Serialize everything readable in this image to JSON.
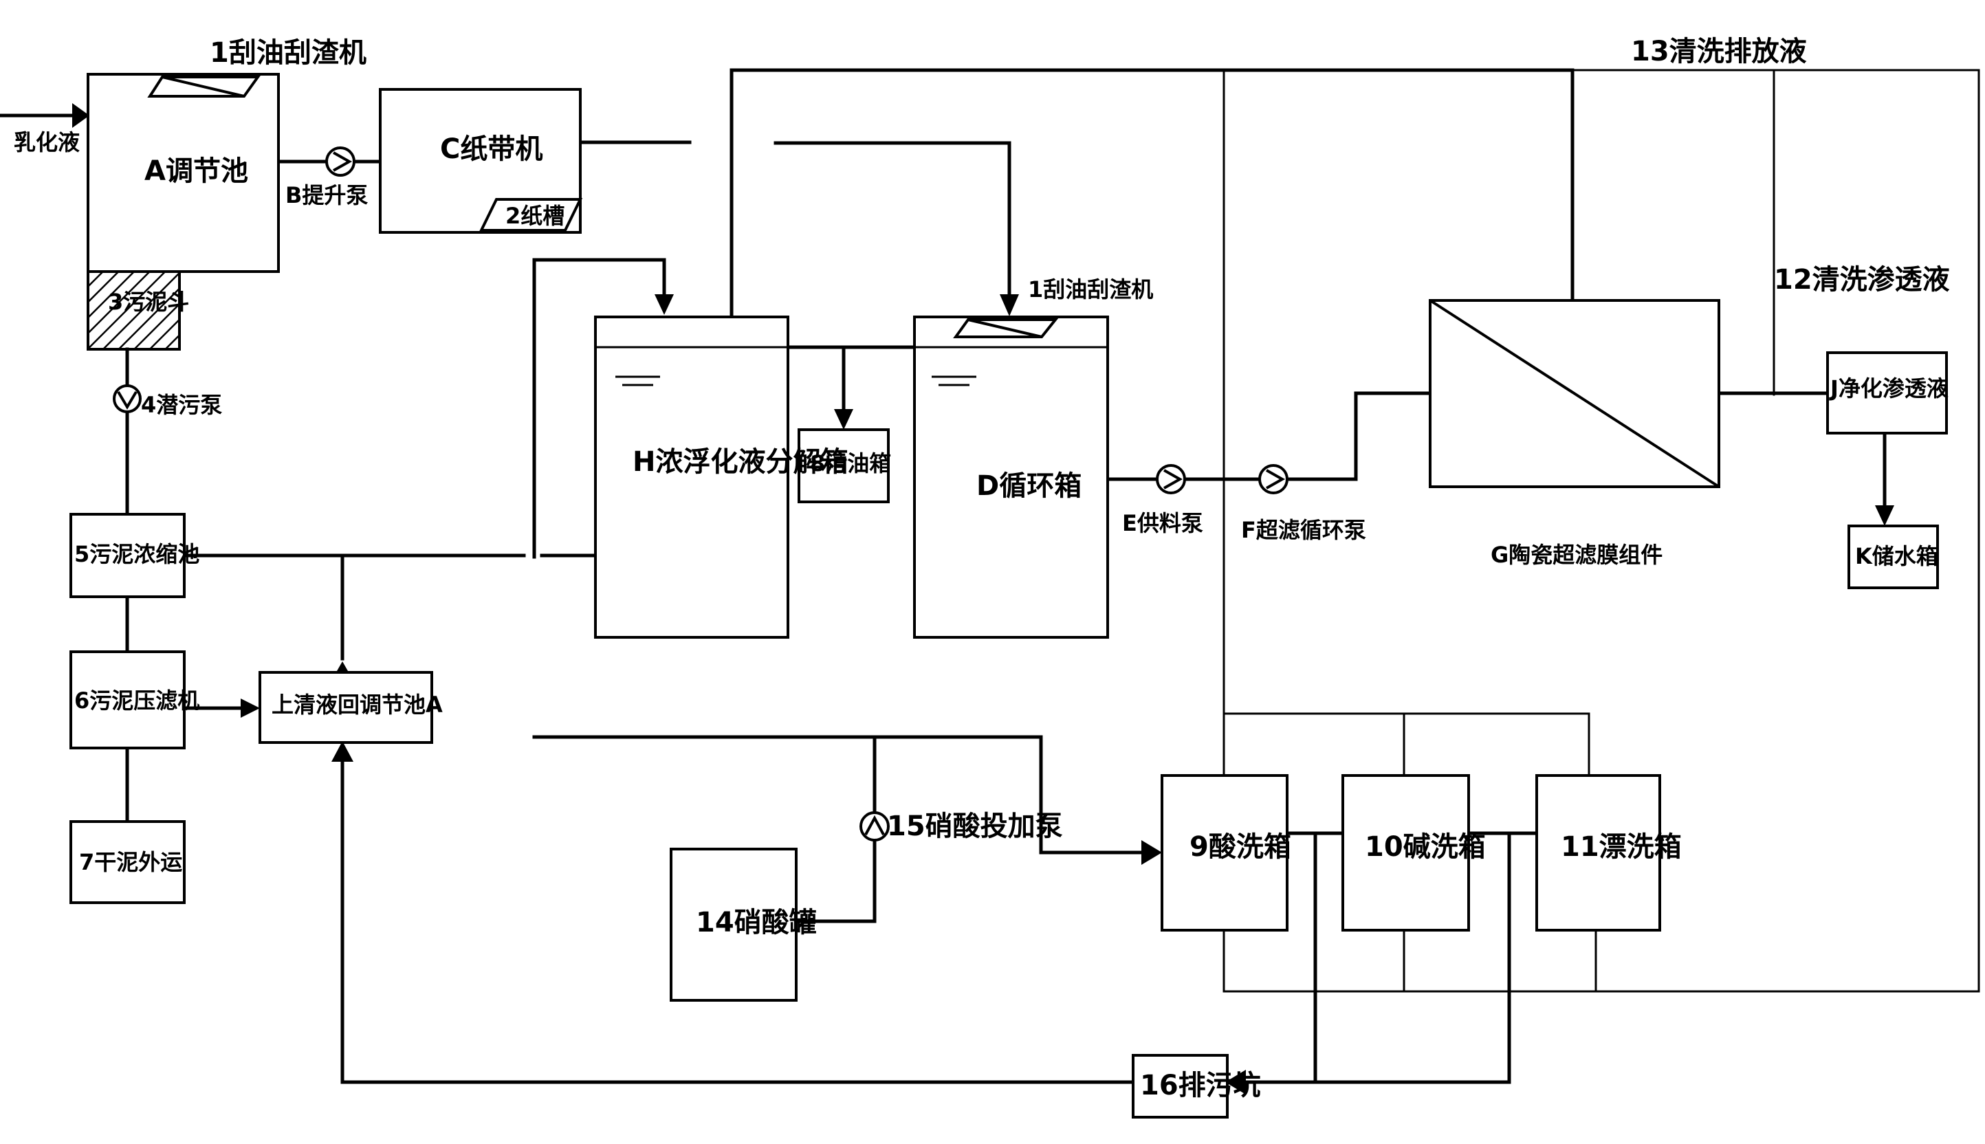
{
  "labels": {
    "input_label": "乳化液",
    "skimmer_top": "1刮油刮渣机",
    "tank_a": "A调节池",
    "pump_b": "B提升泵",
    "paper_c": "C纸带机",
    "paper_slot": "2纸槽",
    "sludge_3": "3污泥斗",
    "pump_4": "4潜污泵",
    "thickener_5": "5污泥浓缩池",
    "press_6": "6污泥压滤机",
    "dry_7": "7干泥外运",
    "supernatant": "上清液回调节池A",
    "tank_h": "H浓浮化液分解箱",
    "oil_8": "8污油箱",
    "skimmer_d": "1刮油刮渣机",
    "tank_d": "D循环箱",
    "pump_e": "E供料泵",
    "pump_f": "F超滤循环泵",
    "membrane_g": "G陶瓷超滤膜组件",
    "clean_13": "13清洗排放液",
    "clean_12": "12清洗渗透液",
    "permeate_j": "J净化渗透液",
    "storage_k": "K储水箱",
    "acid_9": "9酸洗箱",
    "alkali_10": "10碱洗箱",
    "rinse_11": "11漂洗箱",
    "nitric_14": "14硝酸罐",
    "pump_15": "15硝酸投加泵",
    "drain_16": "16排污坑"
  },
  "colors": {
    "line": "#000000",
    "background": "#ffffff"
  }
}
